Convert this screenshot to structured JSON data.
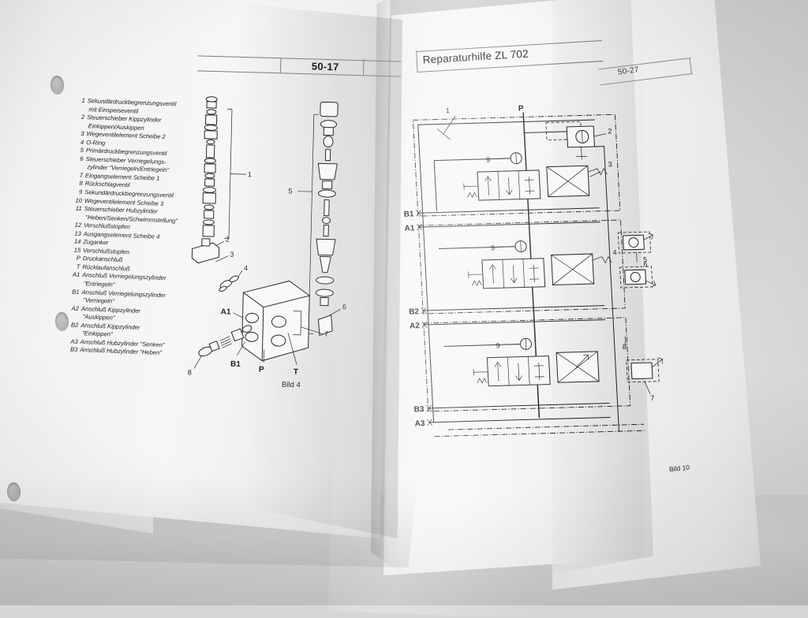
{
  "document": {
    "title": "Reparaturhilfe ZL 702",
    "type": "printed-repair-manual"
  },
  "left_page": {
    "page_number": "50-17",
    "figure_caption": "Bild 4",
    "legend": [
      {
        "num": "1",
        "text": "Sekundärdruckbegrenzungsventil",
        "cont": "mit Einspeiseventil"
      },
      {
        "num": "2",
        "text": "Steuerschieber Kippzylinder",
        "cont": "Einkippen/Auskippen"
      },
      {
        "num": "3",
        "text": "Wegeventilelement Scheibe 2",
        "cont": ""
      },
      {
        "num": "4",
        "text": "O-Ring",
        "cont": ""
      },
      {
        "num": "5",
        "text": "Primärdruckbegrenzungsventil",
        "cont": ""
      },
      {
        "num": "6",
        "text": "Steuerschieber Verriegelungs-",
        "cont": "zylinder \"Verriegeln/Entriegeln\""
      },
      {
        "num": "7",
        "text": "Eingangselement Scheibe 1",
        "cont": ""
      },
      {
        "num": "8",
        "text": "Rückschlagventil",
        "cont": ""
      },
      {
        "num": "9",
        "text": "Sekundärdruckbegrenzungsventil",
        "cont": ""
      },
      {
        "num": "10",
        "text": "Wegeventilelement Scheibe 3",
        "cont": ""
      },
      {
        "num": "11",
        "text": "Steuerschieber Hubzylinder",
        "cont": "\"Heben/Senken/Schwimmstellung\""
      },
      {
        "num": "12",
        "text": "Verschlußstopfen",
        "cont": ""
      },
      {
        "num": "13",
        "text": "Ausgangselement Scheibe 4",
        "cont": ""
      },
      {
        "num": "14",
        "text": "Zuganker",
        "cont": ""
      },
      {
        "num": "15",
        "text": "Verschlußstopfen",
        "cont": ""
      },
      {
        "num": "P",
        "text": "Druckanschluß",
        "cont": ""
      },
      {
        "num": "T",
        "text": "Rücklaufanschluß",
        "cont": ""
      },
      {
        "num": "A1",
        "text": "Anschluß Verriegelungszylinder",
        "cont": "\"Entriegeln\""
      },
      {
        "num": "B1",
        "text": "Anschluß Verriegelungszylinder",
        "cont": "\"Verriegeln\""
      },
      {
        "num": "A2",
        "text": "Anschluß Kippzylinder",
        "cont": "\"Auskippen\""
      },
      {
        "num": "B2",
        "text": "Anschluß Kippzylinder",
        "cont": "\"Einkippen\""
      },
      {
        "num": "A3",
        "text": "Anschluß Hubzylinder \"Senken\"",
        "cont": ""
      },
      {
        "num": "B3",
        "text": "Anschluß Hubzylinder \"Heben\"",
        "cont": ""
      }
    ],
    "diagram_callouts": [
      "1",
      "2",
      "3",
      "4",
      "5",
      "6",
      "7",
      "8"
    ],
    "diagram_port_labels": [
      "A1",
      "B1",
      "P",
      "T"
    ]
  },
  "right_page": {
    "page_number": "50-27",
    "figure_caption": "Bild 10",
    "schematic_callouts": [
      "1",
      "2",
      "3",
      "4",
      "5",
      "6",
      "7",
      "8",
      "9"
    ],
    "schematic_port_labels": [
      "P",
      "B1",
      "A1",
      "B2",
      "A2",
      "B3",
      "A3"
    ]
  },
  "colors": {
    "paper": "#f6f6f4",
    "ink": "#1a1a1a",
    "desk": "#d4d4d2"
  }
}
